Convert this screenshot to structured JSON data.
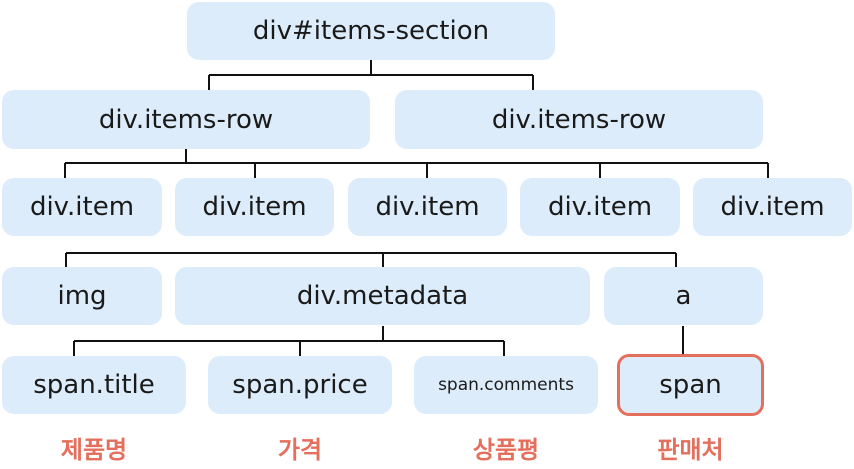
{
  "nodes": {
    "root": "div#items-section",
    "row_1": "div.items-row",
    "row_2": "div.items-row",
    "item_1": "div.item",
    "item_2": "div.item",
    "item_3": "div.item",
    "item_4": "div.item",
    "item_5": "div.item",
    "img": "img",
    "metadata": "div.metadata",
    "a": "a",
    "span_title": "span.title",
    "span_price": "span.price",
    "span_comments": "span.comments",
    "span": "span"
  },
  "captions": {
    "title": "제품명",
    "price": "가격",
    "comments": "상품평",
    "seller": "판매처"
  },
  "colors": {
    "node_fill": "#dcecfb",
    "connector": "#111111",
    "accent": "#e46f5d"
  }
}
